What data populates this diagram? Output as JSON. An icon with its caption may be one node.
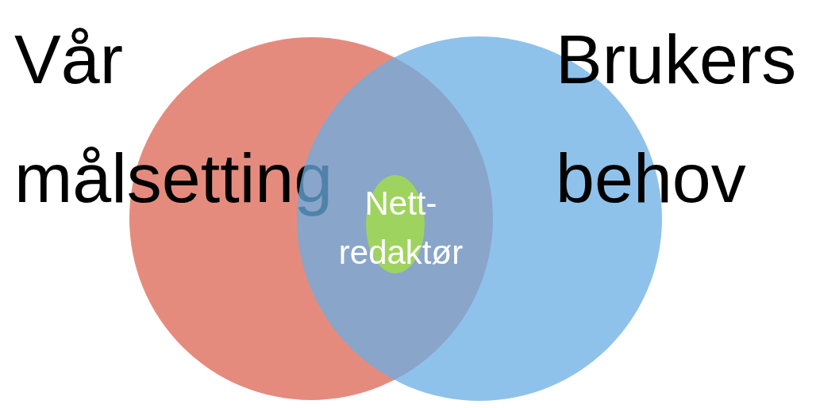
{
  "diagram": {
    "nodes": [
      {
        "text": [
          "Vår målsetting"
        ]
      },
      {
        "text": [
          "Brukers behov"
        ]
      },
      {
        "text": [
          "Nett- redaktør"
        ]
      }
    ]
  }
}
